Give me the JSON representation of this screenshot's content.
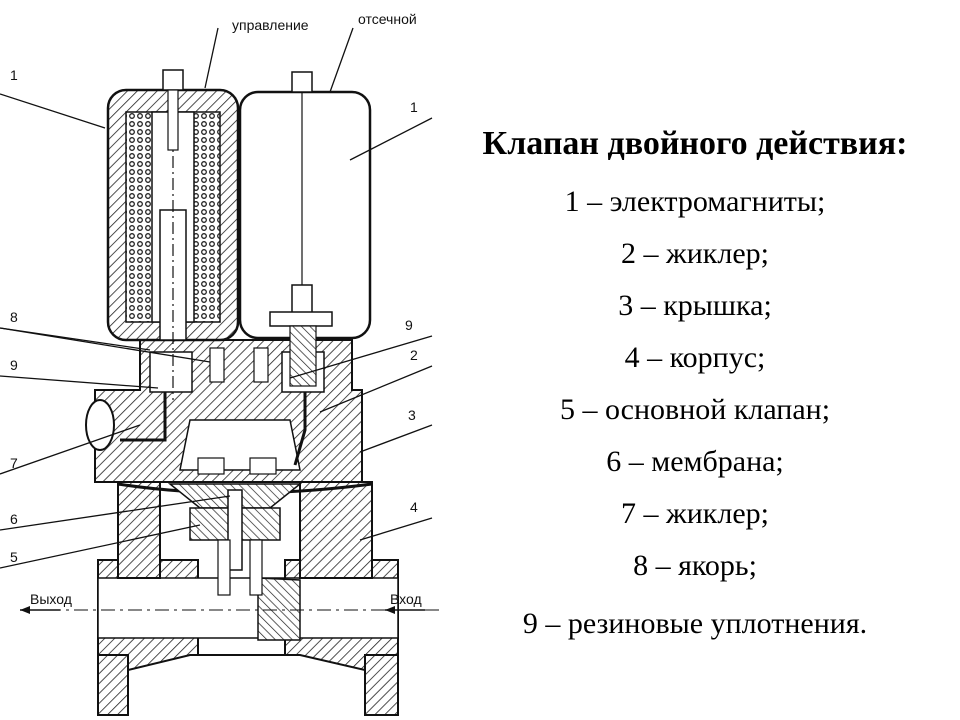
{
  "labels": {
    "control": "управление",
    "shutoff": "отсечной",
    "outlet": "Выход",
    "inlet": "Вход"
  },
  "callouts": {
    "c1_left": "1",
    "c1_right": "1",
    "c8": "8",
    "c9_left": "9",
    "c9_right": "9",
    "c2": "2",
    "c3": "3",
    "c7": "7",
    "c6": "6",
    "c5": "5",
    "c4": "4"
  },
  "legend": {
    "title": "Клапан двойного действия:",
    "items": [
      "1 – электромагниты;",
      "2 – жиклер;",
      "3 – крышка;",
      "4 – корпус;",
      "5 – основной клапан;",
      "6 – мембрана;",
      "7 – жиклер;",
      "8 – якорь;",
      "9 – резиновые уплотнения."
    ]
  }
}
